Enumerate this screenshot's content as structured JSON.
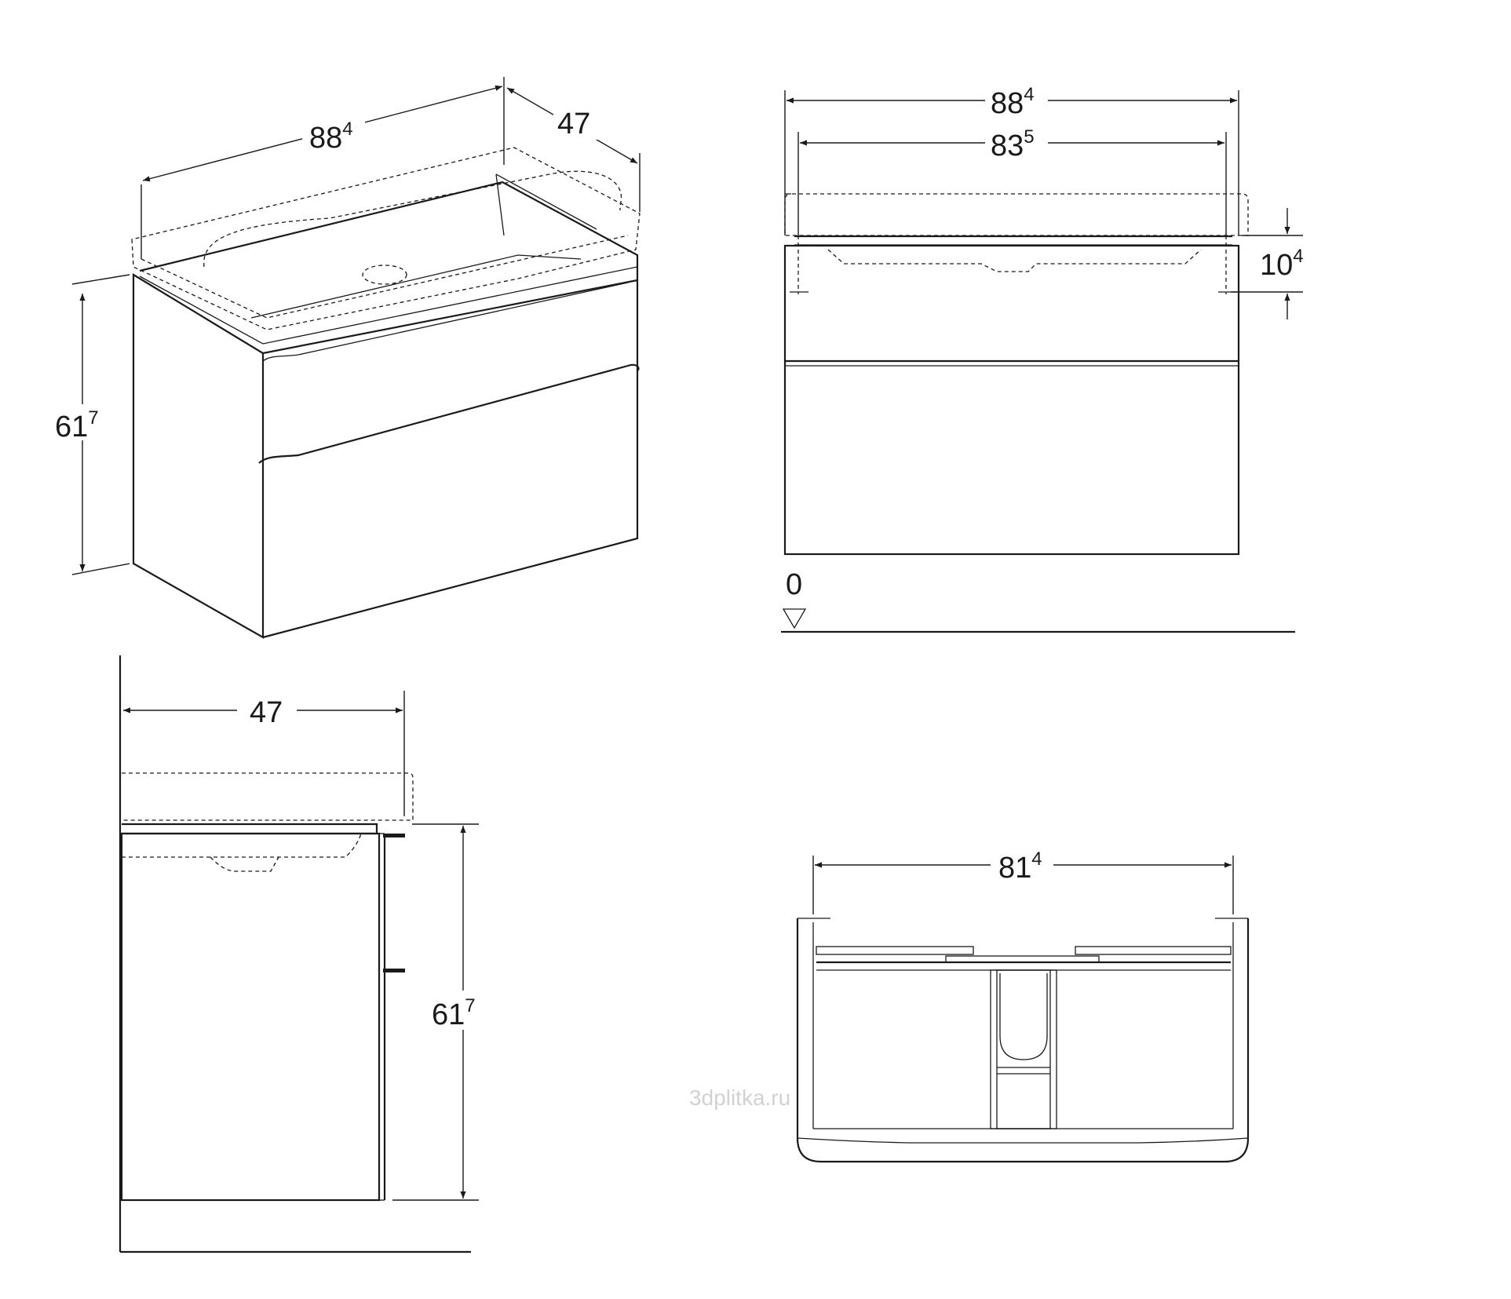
{
  "iso_view": {
    "width": {
      "main": "88",
      "sup": "4"
    },
    "depth": {
      "main": "47",
      "sup": ""
    },
    "height": {
      "main": "61",
      "sup": "7"
    }
  },
  "front_view": {
    "width_total": {
      "main": "88",
      "sup": "4"
    },
    "width_basin": {
      "main": "83",
      "sup": "5"
    },
    "basin_thickness": {
      "main": "10",
      "sup": "4"
    },
    "floor_level": "0"
  },
  "side_view": {
    "depth": {
      "main": "47",
      "sup": ""
    },
    "height": {
      "main": "61",
      "sup": "7"
    }
  },
  "top_view": {
    "inner_width": {
      "main": "81",
      "sup": "4"
    }
  },
  "watermark": "3dplitka.ru"
}
